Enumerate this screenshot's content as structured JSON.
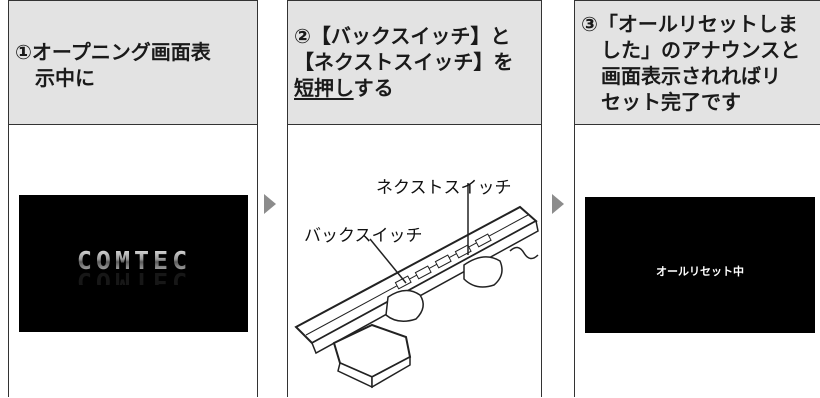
{
  "steps": [
    {
      "lines": [
        "①オープニング画面表",
        "示中に"
      ]
    },
    {
      "lines": [
        "②【バックスイッチ】と",
        "【ネクストスイッチ】を"
      ],
      "last_underlined": "短押し",
      "last_rest": "する"
    },
    {
      "lines": [
        "③「オールリセットしま",
        "した」のアナウンスと",
        "画面表示されればリ",
        "セット完了です"
      ]
    }
  ],
  "screen1": {
    "logo": "COMTEC"
  },
  "screen3": {
    "text": "オールリセット中"
  },
  "illustration": {
    "next_switch_label": "ネクストスイッチ",
    "back_switch_label": "バックスイッチ"
  }
}
